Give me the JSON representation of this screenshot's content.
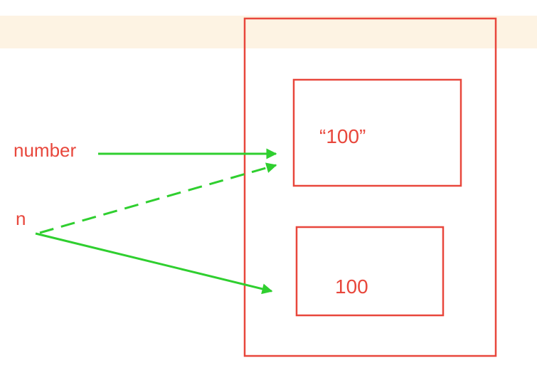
{
  "variables": {
    "number_label": "number",
    "n_label": "n"
  },
  "heap": {
    "string_value": "“100”",
    "number_value": "100"
  },
  "colors": {
    "box_stroke": "#e8473c",
    "text": "#e8473c",
    "arrow": "#2fcf2f",
    "band": "#fdf3e3"
  }
}
